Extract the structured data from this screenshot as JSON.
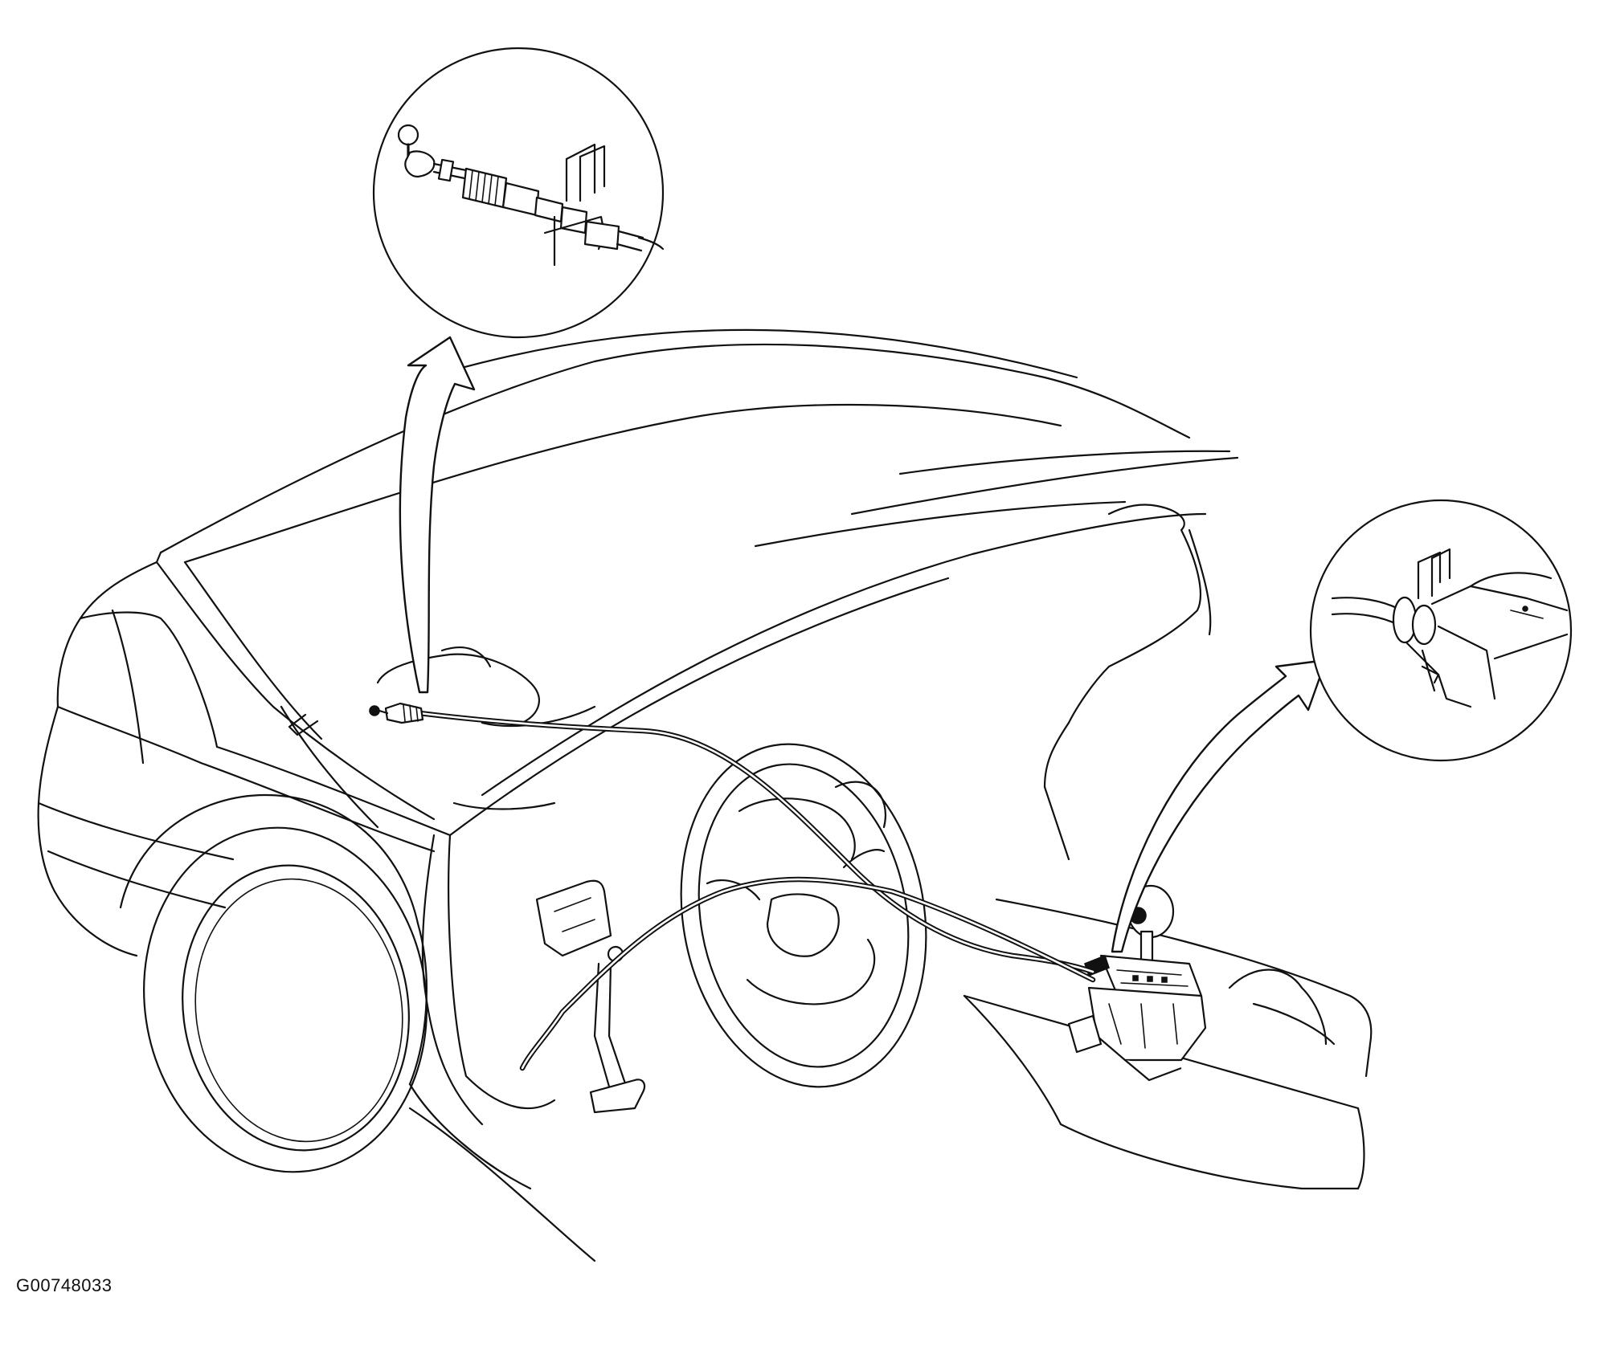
{
  "figure": {
    "id_label": "G00748033"
  },
  "callouts": [
    {
      "name": "cable-end-at-transmission",
      "icon": "magnifier-circle"
    },
    {
      "name": "cable-end-at-shifter",
      "icon": "magnifier-circle"
    }
  ],
  "colors": {
    "ink": "#111111",
    "paper": "#ffffff"
  }
}
